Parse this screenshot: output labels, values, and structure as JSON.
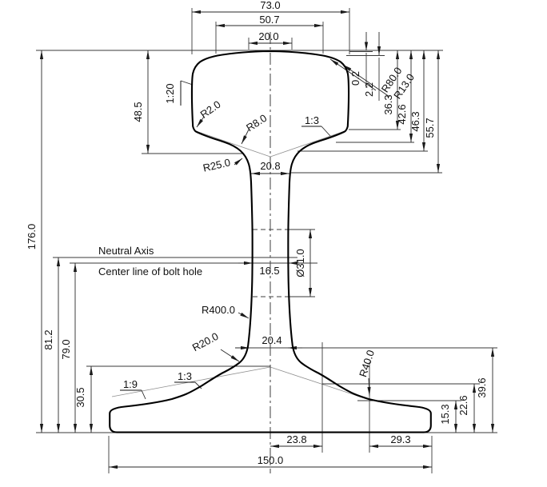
{
  "drawing": {
    "kind": "rail-cross-section",
    "background_color": "#ffffff",
    "line_color": "#000000"
  },
  "dims": {
    "head_width": "73.0",
    "head_top_width": "50.7",
    "crown_width": "20.0",
    "crown_drop_inner": "0.2",
    "crown_drop_outer": "2.2",
    "head_side_depth": "36.3",
    "head_chin_depth": "42.6",
    "head_under_depth": "46.3",
    "head_total_depth": "55.7",
    "head_height": "48.5",
    "rail_height": "176.0",
    "neutral_axis_height": "81.2",
    "bolt_hole_height": "79.0",
    "base_slope_height": "30.5",
    "web_top_width": "20.8",
    "web_thickness": "16.5",
    "bolt_hole_dia": "Ø31.0",
    "web_bottom_width": "20.4",
    "base_inner_offset": "23.8",
    "base_outer_offset": "29.3",
    "base_width": "150.0",
    "base_height": "39.6",
    "base_mid_height": "22.6",
    "base_edge_height": "15.3"
  },
  "radii": {
    "r2": "R2.0",
    "r80": "R80.0",
    "r13": "R13.0",
    "r8": "R8.0",
    "r25": "R25.0",
    "r400": "R400.0",
    "r20": "R20.0",
    "r40": "R40.0"
  },
  "slopes": {
    "head_side": "1:20",
    "head_under": "1:3",
    "base_top_outer": "1:9",
    "base_top_inner": "1:3"
  },
  "annotations": {
    "neutral_axis": "Neutral Axis",
    "bolt_hole_centerline": "Center line of bolt hole"
  }
}
